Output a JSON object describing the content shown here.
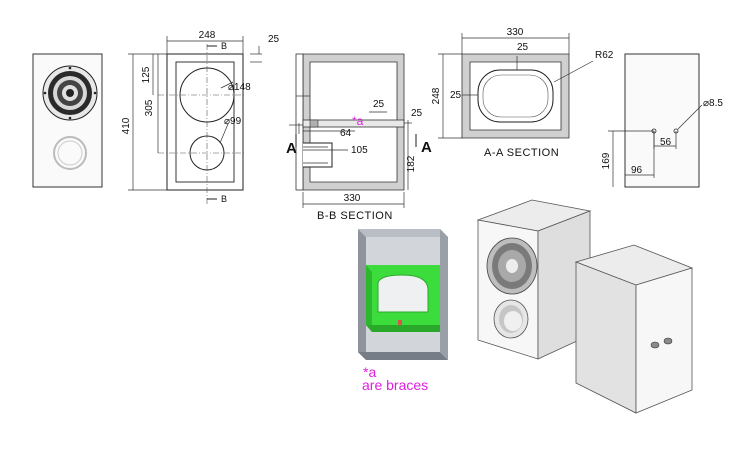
{
  "views": {
    "side": {
      "dims": {
        "width": "248",
        "top_offset": "25",
        "height": "410",
        "driver_center": "125",
        "port_center": "305",
        "woofer_dia": "⌀148",
        "port_dia": "⌀99",
        "section_mark": "B"
      }
    },
    "section_bb": {
      "caption": "B-B SECTION",
      "dims": {
        "brace_gap": "25",
        "wall": "25",
        "brace_depth": "64",
        "port_len": "105",
        "depth": "330",
        "brace_height": "182"
      },
      "section_mark": "A",
      "brace_note": "*a"
    },
    "section_aa": {
      "caption": "A-A SECTION",
      "dims": {
        "depth": "330",
        "rail": "25",
        "height": "248",
        "side": "25",
        "radius": "R62"
      }
    },
    "back": {
      "dims": {
        "terminal_dia": "⌀8.5",
        "spacing": "56",
        "bottom": "169",
        "left": "96"
      }
    }
  },
  "legend": {
    "marker": "*a",
    "text": "are braces"
  },
  "colors": {
    "brace": "#3ddc3d",
    "panel": "#8e939c",
    "panel_light": "#b9bdc4",
    "wall": "#d0d0d0"
  }
}
